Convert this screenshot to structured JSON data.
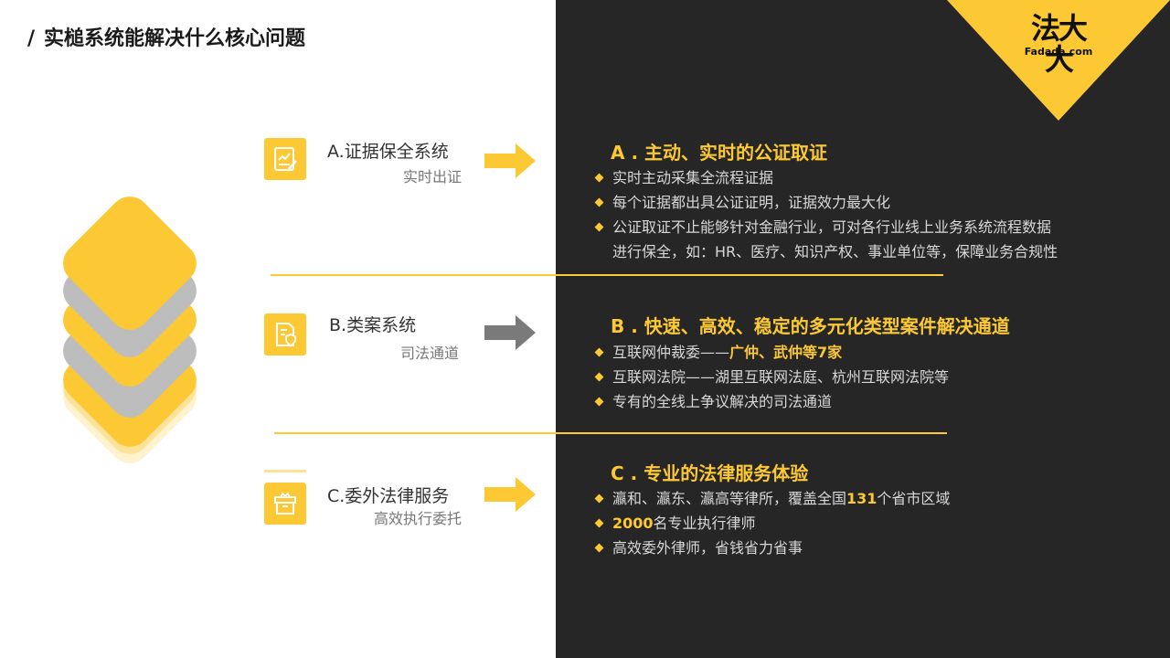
{
  "page_title": "实槌系统能解决什么核心问题",
  "title_slash": "/",
  "logo": {
    "text": "法大大",
    "sub": "Fadada.com"
  },
  "colors": {
    "accent": "#fcc934",
    "dark": "#262626",
    "gray": "#bdbdbd"
  },
  "systems": [
    {
      "title": "A.证据保全系统",
      "sub": "实时出证",
      "icon": "document-chart-icon"
    },
    {
      "title": "B.类案系统",
      "sub": "司法通道",
      "icon": "document-shield-icon"
    },
    {
      "title": "C.委外法律服务",
      "sub": "高效执行委托",
      "icon": "box-icon"
    }
  ],
  "sections": [
    {
      "title": "A . 主动、实时的公证取证",
      "bullets": [
        "实时主动采集全流程证据",
        "每个证据都出具公证证明，证据效力最大化",
        "公证取证不止能够针对金融行业，可对各行业线上业务系统流程数据",
        "进行保全，如：HR、医疗、知识产权、事业单位等，保障业务合规性"
      ]
    },
    {
      "title": "B . 快速、高效、稳定的多元化类型案件解决通道",
      "b1_pre": "互联网仲裁委——",
      "b1_hl": "广仲、武仲等7家",
      "b2": "互联网法院——湖里互联网法庭、杭州互联网法院等",
      "b3": "专有的全线上争议解决的司法通道"
    },
    {
      "title": "C . 专业的法律服务体验",
      "b1_pre": "瀛和、瀛东、瀛高等律所，覆盖全国",
      "b1_hl": "131",
      "b1_post": "个省市区域",
      "b2_hl": "2000",
      "b2_post": "名专业执行律师",
      "b3": "高效委外律师，省钱省力省事"
    }
  ]
}
